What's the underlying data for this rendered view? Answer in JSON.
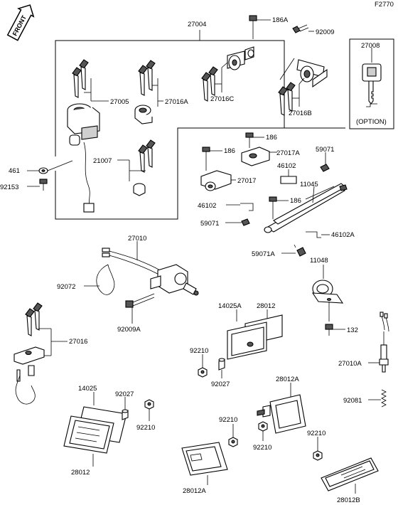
{
  "figure_id": "F2770",
  "front_label": "FRONT",
  "option_label": "(OPTION)",
  "parts": {
    "p27004": "27004",
    "p186A": "186A",
    "p92009": "92009",
    "p27008": "27008",
    "p27005": "27005",
    "p27016A": "27016A",
    "p27016C": "27016C",
    "p27016B": "27016B",
    "p186_1": "186",
    "p186_2": "186",
    "p27017A": "27017A",
    "p59071_1": "59071",
    "p46102_1": "46102",
    "p11045": "11045",
    "p461": "461",
    "p92153": "92153",
    "p21007": "21007",
    "p27017": "27017",
    "p46102_2": "46102",
    "p186_3": "186",
    "p59071_2": "59071",
    "p46102A": "46102A",
    "p27010": "27010",
    "p59071A": "59071A",
    "p11048": "11048",
    "p92072": "92072",
    "p92009A": "92009A",
    "p14025A": "14025A",
    "p28012_1": "28012",
    "p132": "132",
    "p27016": "27016",
    "p92210_1": "92210",
    "p92027_1": "92027",
    "p27010A": "27010A",
    "p28012A_1": "28012A",
    "p14025": "14025",
    "p92027_2": "92027",
    "p92210_2": "92210",
    "p92081": "92081",
    "p92210_3": "92210",
    "p92210_4": "92210",
    "p92210_5": "92210",
    "p28012_2": "28012",
    "p28012A_2": "28012A",
    "p28012B": "28012B"
  }
}
